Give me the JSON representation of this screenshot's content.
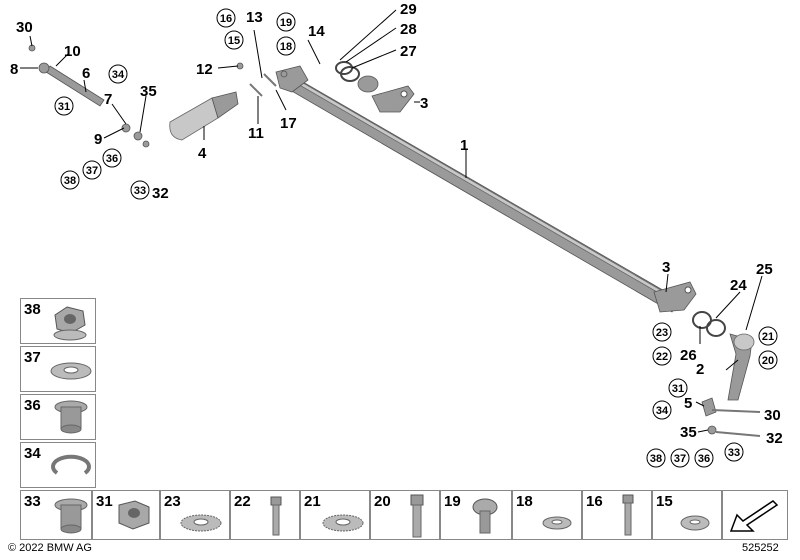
{
  "callouts": {
    "c1": "1",
    "c2": "2",
    "c3a": "3",
    "c3b": "3",
    "c4": "4",
    "c5": "5",
    "c6": "6",
    "c7": "7",
    "c8": "8",
    "c9": "9",
    "c10": "10",
    "c11": "11",
    "c12": "12",
    "c13": "13",
    "c14": "14",
    "c17": "17",
    "c24": "24",
    "c25": "25",
    "c26": "26",
    "c27": "27",
    "c28": "28",
    "c29": "29",
    "c30a": "30",
    "c30b": "30",
    "c32a": "32",
    "c32b": "32",
    "c35a": "35",
    "c35b": "35",
    "r15": "15",
    "r16": "16",
    "r18": "18",
    "r19": "19",
    "r31a": "31",
    "r34a": "34",
    "r36a": "36",
    "r37a": "37",
    "r38a": "38",
    "r33a": "33",
    "r21": "21",
    "r20": "20",
    "r23": "23",
    "r22": "22",
    "r31b": "31",
    "r34b": "34",
    "r38b": "38",
    "r37b": "37",
    "r36b": "36",
    "r33b": "33"
  },
  "legend_left": [
    "38",
    "37",
    "36",
    "34"
  ],
  "legend_bottom": [
    "33",
    "31",
    "23",
    "22",
    "21",
    "20",
    "19",
    "18",
    "16",
    "15"
  ],
  "icons": {
    "nav_arrow": "arrow-down-left-icon"
  },
  "footer": {
    "copyright": "© 2022 BMW AG",
    "diagram_id": "525252"
  }
}
